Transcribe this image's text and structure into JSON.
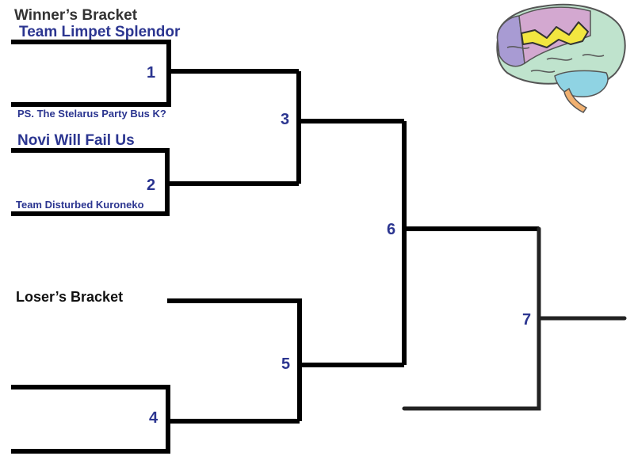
{
  "headings": {
    "winners": "Winner’s Bracket",
    "losers": "Loser’s Bracket"
  },
  "teams": [
    "Team Limpet Splendor",
    "PS. The Stelarus Party Bus K?",
    "Novi Will Fail Us",
    "Team Disturbed Kuroneko"
  ],
  "matches": [
    "1",
    "2",
    "3",
    "4",
    "5",
    "6",
    "7"
  ],
  "colors": {
    "team_text": "#2b3590",
    "match_number": "#2b3590",
    "line": "#000000",
    "final_line": "#222222"
  },
  "icons": {
    "logo": "brain-icon"
  }
}
